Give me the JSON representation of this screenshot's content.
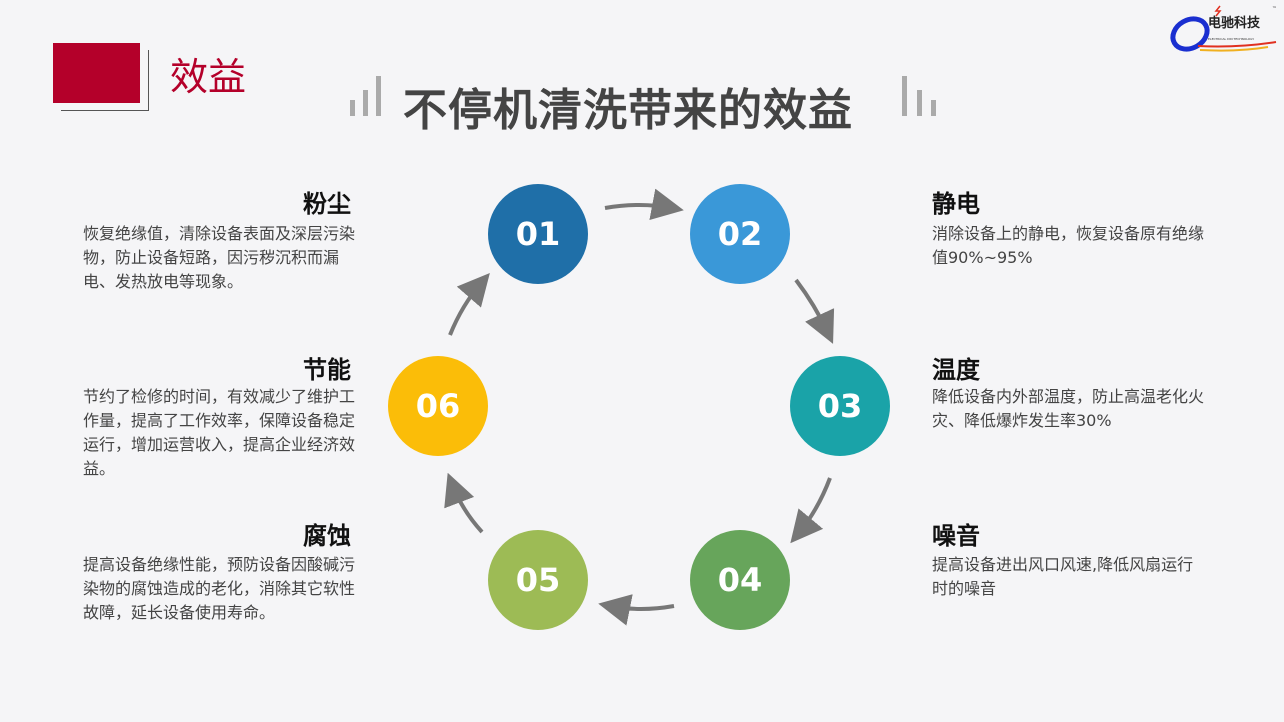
{
  "section_label": "效益",
  "title": "不停机清洗带来的效益",
  "logo": {
    "text": "电驰科技",
    "subtext": "ELECTRICAL DIN TECHNOLOGY",
    "tm": "™"
  },
  "steps": [
    {
      "num": "01",
      "color": "#1f6fa8",
      "heading": "粉尘",
      "desc": "恢复绝缘值，清除设备表面及深层污染物，防止设备短路，因污秽沉积而漏电、发热放电等现象。"
    },
    {
      "num": "02",
      "color": "#3a98d8",
      "heading": "静电",
      "desc": "消除设备上的静电，恢复设备原有绝缘值90%~95%"
    },
    {
      "num": "03",
      "color": "#1aa3a8",
      "heading": "温度",
      "desc": "降低设备内外部温度，防止高温老化火灾、降低爆炸发生率30%"
    },
    {
      "num": "04",
      "color": "#67a55b",
      "heading": "噪音",
      "desc": "提高设备进出风口风速,降低风扇运行时的噪音"
    },
    {
      "num": "05",
      "color": "#9dbb55",
      "heading": "腐蚀",
      "desc": "提高设备绝缘性能，预防设备因酸碱污染物的腐蚀造成的老化，消除其它软性故障，延长设备使用寿命。"
    },
    {
      "num": "06",
      "color": "#fbbd08",
      "heading": "节能",
      "desc": "节约了检修的时间，有效减少了维护工作量，提高了工作效率，保障设备稳定运行，增加运营收入，提高企业经济效益。"
    }
  ]
}
